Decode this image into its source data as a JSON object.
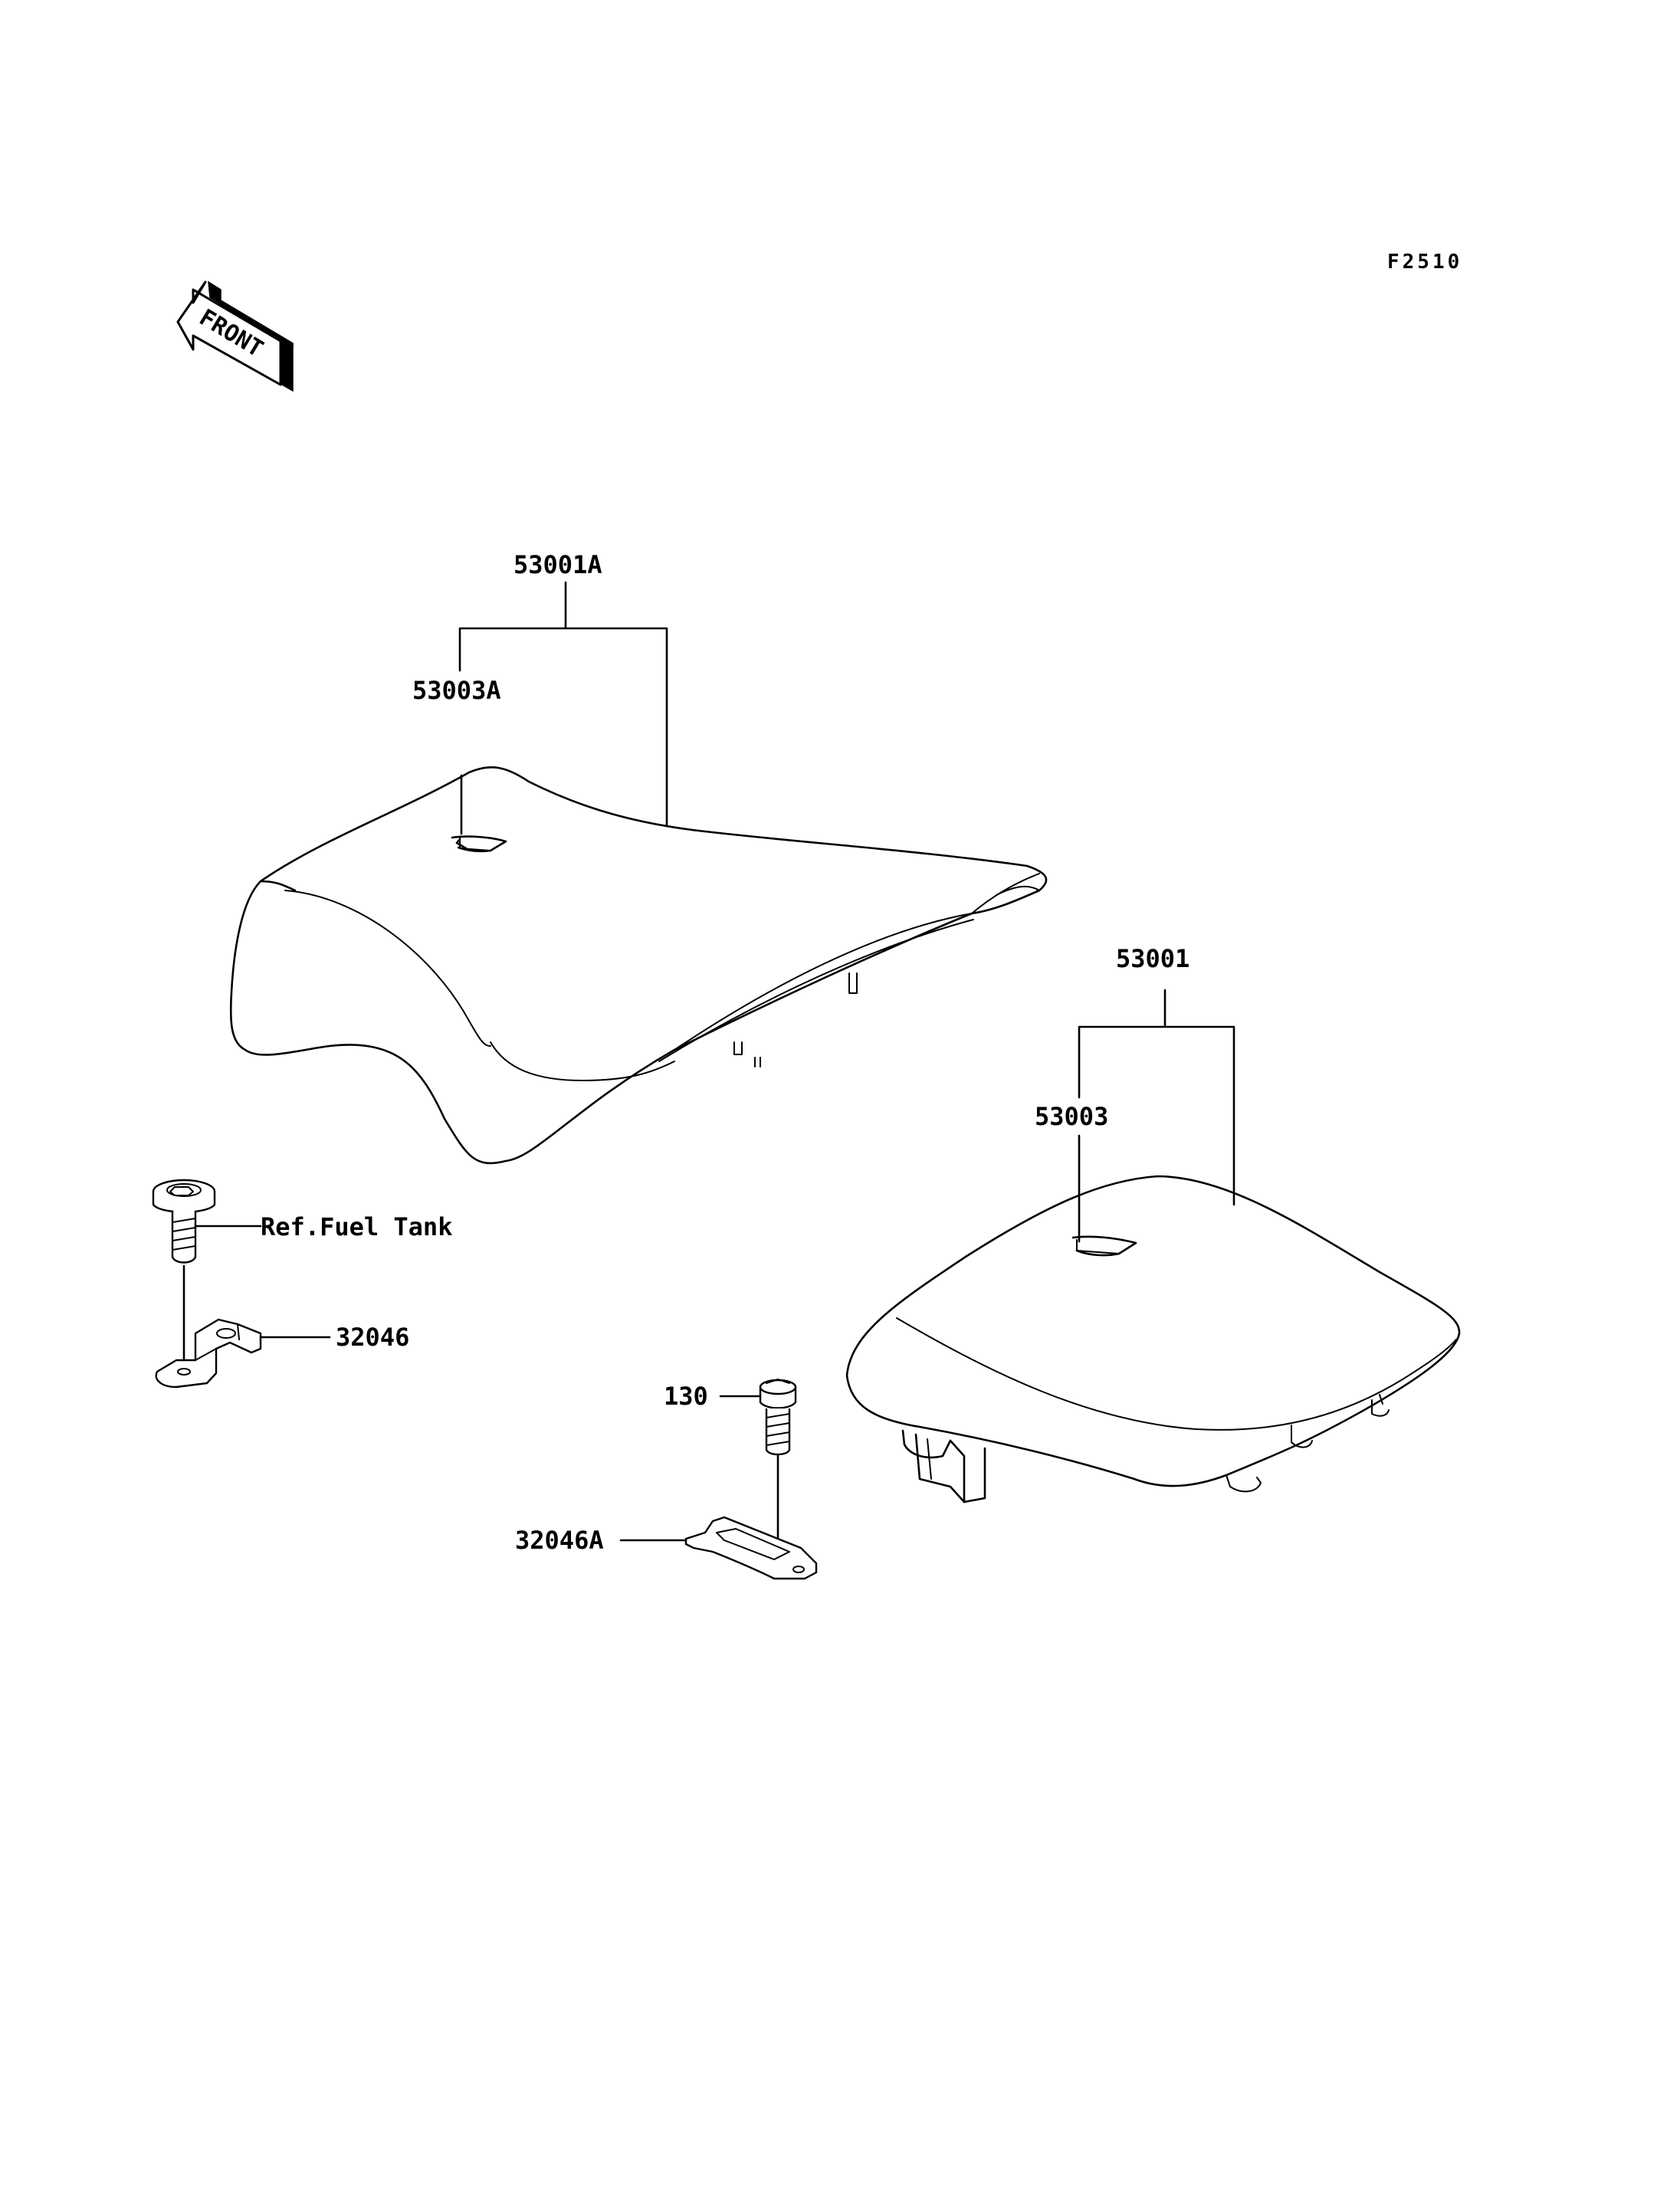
{
  "diagram_code": "F2510",
  "front_indicator": {
    "text": "FRONT",
    "icon": "front-arrow-icon"
  },
  "callouts": {
    "front_seat_assy": "53001A",
    "front_seat_cover": "53003A",
    "rear_seat_assy": "53001",
    "rear_seat_cover": "53003",
    "bracket_front": "32046",
    "bracket_rear": "32046A",
    "bolt": "130",
    "reference": "Ref.Fuel Tank"
  }
}
